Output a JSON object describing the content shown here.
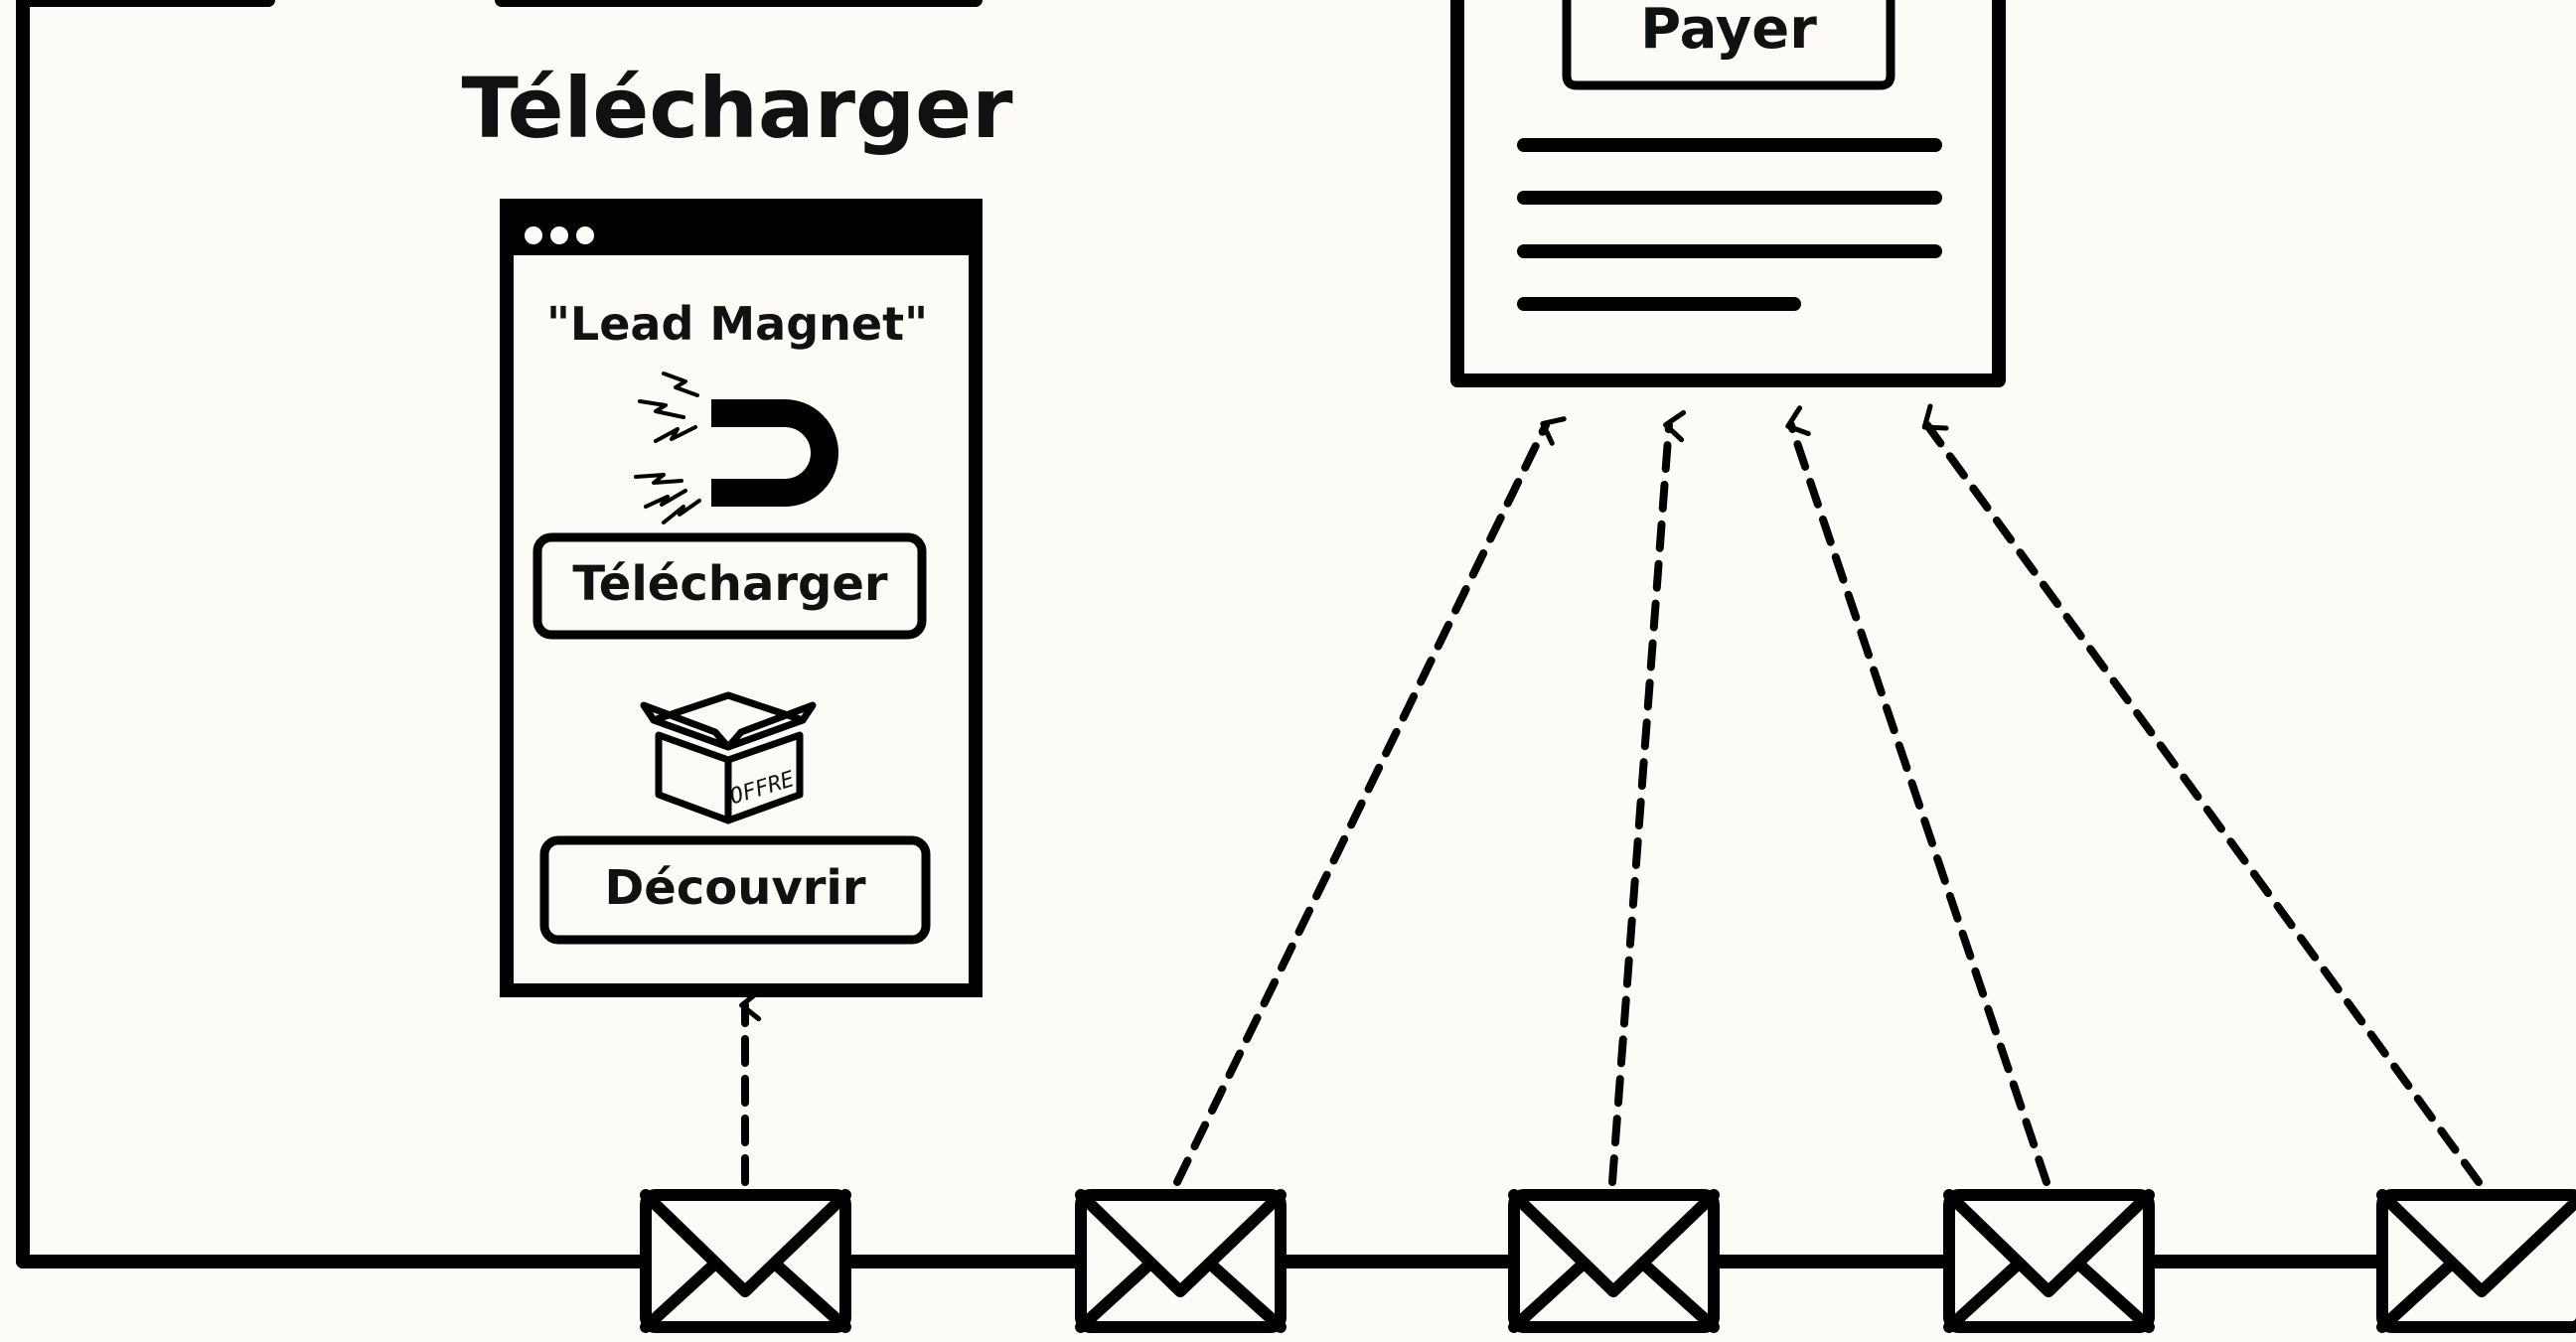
{
  "section_title": "Télécharger",
  "landing_page": {
    "headline": "\"Lead Magnet\"",
    "primary_button": "Télécharger",
    "offer_box_label": "OFFRE",
    "secondary_button": "Découvrir"
  },
  "sales_page": {
    "pay_button": "Payer"
  },
  "email_sequence": {
    "count": 5
  }
}
